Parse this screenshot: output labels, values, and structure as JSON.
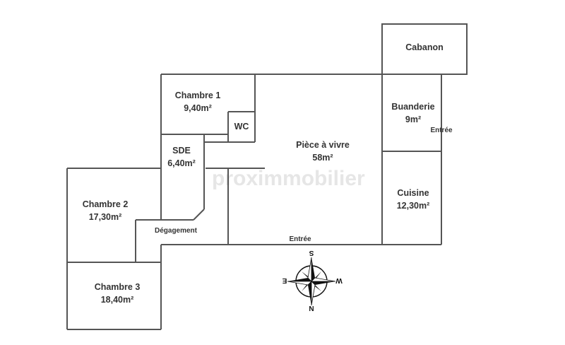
{
  "rooms": {
    "cabanon": {
      "name": "Cabanon"
    },
    "chambre1": {
      "name": "Chambre 1",
      "area": "9,40m²"
    },
    "wc": {
      "name": "WC"
    },
    "sde": {
      "name": "SDE",
      "area": "6,40m²"
    },
    "piece_a_vivre": {
      "name": "Pièce à vivre",
      "area": "58m²"
    },
    "buanderie": {
      "name": "Buanderie",
      "area": "9m²"
    },
    "cuisine": {
      "name": "Cuisine",
      "area": "12,30m²"
    },
    "chambre2": {
      "name": "Chambre 2",
      "area": "17,30m²"
    },
    "degagement": {
      "name": "Dégagement"
    },
    "chambre3": {
      "name": "Chambre 3",
      "area": "18,40m²"
    }
  },
  "labels": {
    "entree_buanderie": "Entrée",
    "entree_main": "Entrée"
  },
  "compass": {
    "top": "S",
    "bottom": "N",
    "left": "E",
    "right": "W"
  },
  "watermark": "proximmobilier",
  "colors": {
    "wall": "#555555",
    "text": "#333333",
    "compass": "#111111"
  }
}
